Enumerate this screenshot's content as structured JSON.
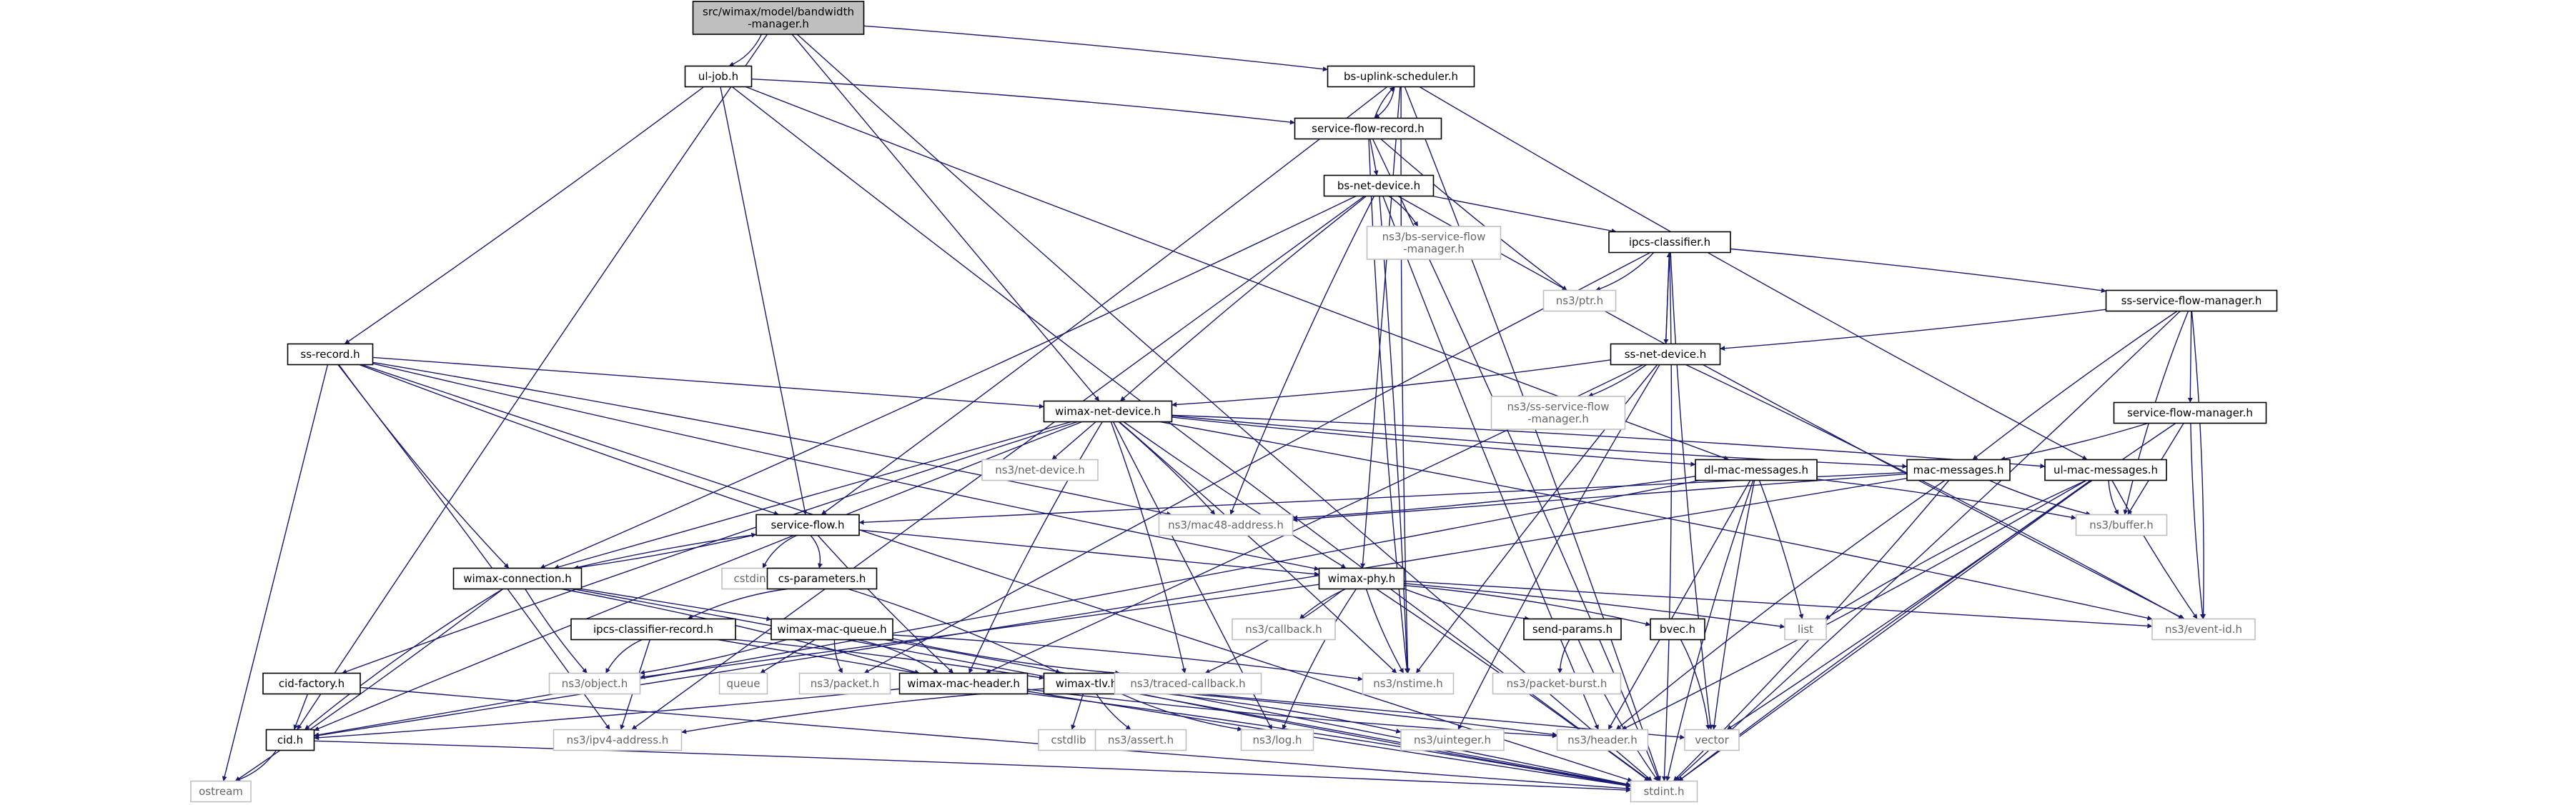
{
  "diagram": {
    "colors": {
      "edge": "#191970",
      "node_border": "#000000",
      "node_fill": "#ffffff",
      "root_fill": "#bfbfbf",
      "external_border": "#bfbfbf",
      "label": "#000000",
      "external_label": "#666666"
    },
    "nodes": [
      {
        "id": "root",
        "lines": [
          "src/wimax/model/bandwidth",
          "-manager.h"
        ],
        "kind": "root"
      },
      {
        "id": "ul_job",
        "lines": [
          "ul-job.h"
        ],
        "kind": "local"
      },
      {
        "id": "bs_uplink",
        "lines": [
          "bs-uplink-scheduler.h"
        ],
        "kind": "local"
      },
      {
        "id": "sf_record",
        "lines": [
          "service-flow-record.h"
        ],
        "kind": "local"
      },
      {
        "id": "bs_net",
        "lines": [
          "bs-net-device.h"
        ],
        "kind": "local"
      },
      {
        "id": "bs_sfm",
        "lines": [
          "ns3/bs-service-flow",
          "-manager.h"
        ],
        "kind": "external"
      },
      {
        "id": "ipcs",
        "lines": [
          "ipcs-classifier.h"
        ],
        "kind": "local"
      },
      {
        "id": "ptr",
        "lines": [
          "ns3/ptr.h"
        ],
        "kind": "external"
      },
      {
        "id": "ss_sfm",
        "lines": [
          "ss-service-flow-manager.h"
        ],
        "kind": "local"
      },
      {
        "id": "ss_record",
        "lines": [
          "ss-record.h"
        ],
        "kind": "local"
      },
      {
        "id": "ss_net",
        "lines": [
          "ss-net-device.h"
        ],
        "kind": "local"
      },
      {
        "id": "wimax_net",
        "lines": [
          "wimax-net-device.h"
        ],
        "kind": "local"
      },
      {
        "id": "ns3_ss_sfm",
        "lines": [
          "ns3/ss-service-flow",
          "-manager.h"
        ],
        "kind": "external"
      },
      {
        "id": "sfm",
        "lines": [
          "service-flow-manager.h"
        ],
        "kind": "local"
      },
      {
        "id": "ns3_netdev",
        "lines": [
          "ns3/net-device.h"
        ],
        "kind": "external"
      },
      {
        "id": "dl_mac",
        "lines": [
          "dl-mac-messages.h"
        ],
        "kind": "local"
      },
      {
        "id": "mac_msgs",
        "lines": [
          "mac-messages.h"
        ],
        "kind": "local"
      },
      {
        "id": "ul_mac",
        "lines": [
          "ul-mac-messages.h"
        ],
        "kind": "local"
      },
      {
        "id": "buffer",
        "lines": [
          "ns3/buffer.h"
        ],
        "kind": "external"
      },
      {
        "id": "service_flow",
        "lines": [
          "service-flow.h"
        ],
        "kind": "local"
      },
      {
        "id": "mac48",
        "lines": [
          "ns3/mac48-address.h"
        ],
        "kind": "external"
      },
      {
        "id": "cstdint",
        "lines": [
          "cstdint"
        ],
        "kind": "external"
      },
      {
        "id": "cs_params",
        "lines": [
          "cs-parameters.h"
        ],
        "kind": "local"
      },
      {
        "id": "wimax_conn",
        "lines": [
          "wimax-connection.h"
        ],
        "kind": "local"
      },
      {
        "id": "wimax_phy",
        "lines": [
          "wimax-phy.h"
        ],
        "kind": "local"
      },
      {
        "id": "event_id",
        "lines": [
          "ns3/event-id.h"
        ],
        "kind": "external"
      },
      {
        "id": "list",
        "lines": [
          "list"
        ],
        "kind": "external"
      },
      {
        "id": "callback",
        "lines": [
          "ns3/callback.h"
        ],
        "kind": "external"
      },
      {
        "id": "send_params",
        "lines": [
          "send-params.h"
        ],
        "kind": "local"
      },
      {
        "id": "bvec",
        "lines": [
          "bvec.h"
        ],
        "kind": "local"
      },
      {
        "id": "ipcs_record",
        "lines": [
          "ipcs-classifier-record.h"
        ],
        "kind": "local"
      },
      {
        "id": "wimax_mac_queue",
        "lines": [
          "wimax-mac-queue.h"
        ],
        "kind": "local"
      },
      {
        "id": "packet_burst",
        "lines": [
          "ns3/packet-burst.h"
        ],
        "kind": "external"
      },
      {
        "id": "cid_factory",
        "lines": [
          "cid-factory.h"
        ],
        "kind": "local"
      },
      {
        "id": "object",
        "lines": [
          "ns3/object.h"
        ],
        "kind": "external"
      },
      {
        "id": "queue",
        "lines": [
          "queue"
        ],
        "kind": "external"
      },
      {
        "id": "packet",
        "lines": [
          "ns3/packet.h"
        ],
        "kind": "external"
      },
      {
        "id": "wimax_mac_header",
        "lines": [
          "wimax-mac-header.h"
        ],
        "kind": "local"
      },
      {
        "id": "wimax_tlv",
        "lines": [
          "wimax-tlv.h"
        ],
        "kind": "local"
      },
      {
        "id": "traced_cb",
        "lines": [
          "ns3/traced-callback.h"
        ],
        "kind": "external"
      },
      {
        "id": "nstime",
        "lines": [
          "ns3/nstime.h"
        ],
        "kind": "external"
      },
      {
        "id": "cid",
        "lines": [
          "cid.h"
        ],
        "kind": "local"
      },
      {
        "id": "cstdlib",
        "lines": [
          "cstdlib"
        ],
        "kind": "external"
      },
      {
        "id": "assert",
        "lines": [
          "ns3/assert.h"
        ],
        "kind": "external"
      },
      {
        "id": "log",
        "lines": [
          "ns3/log.h"
        ],
        "kind": "external"
      },
      {
        "id": "uinteger",
        "lines": [
          "ns3/uinteger.h"
        ],
        "kind": "external"
      },
      {
        "id": "header",
        "lines": [
          "ns3/header.h"
        ],
        "kind": "external"
      },
      {
        "id": "vector",
        "lines": [
          "vector"
        ],
        "kind": "external"
      },
      {
        "id": "ipv4",
        "lines": [
          "ns3/ipv4-address.h"
        ],
        "kind": "external"
      },
      {
        "id": "ostream",
        "lines": [
          "ostream"
        ],
        "kind": "external"
      },
      {
        "id": "stdint",
        "lines": [
          "stdint.h"
        ],
        "kind": "external"
      }
    ],
    "edges": [
      [
        "root",
        "ul_job"
      ],
      [
        "root",
        "bs_uplink"
      ],
      [
        "root",
        "wimax_net"
      ],
      [
        "root",
        "cid"
      ],
      [
        "root",
        "stdint"
      ],
      [
        "ul_job",
        "sf_record"
      ],
      [
        "ul_job",
        "ss_record"
      ],
      [
        "ul_job",
        "service_flow"
      ],
      [
        "ul_job",
        "dl_mac"
      ],
      [
        "ul_job",
        "stdint"
      ],
      [
        "bs_uplink",
        "sf_record"
      ],
      [
        "bs_uplink",
        "service_flow"
      ],
      [
        "bs_uplink",
        "wimax_phy"
      ],
      [
        "bs_uplink",
        "nstime"
      ],
      [
        "bs_uplink",
        "ul_mac"
      ],
      [
        "bs_uplink",
        "stdint"
      ],
      [
        "sf_record",
        "bs_uplink"
      ],
      [
        "sf_record",
        "bs_net"
      ],
      [
        "sf_record",
        "ptr"
      ],
      [
        "sf_record",
        "nstime"
      ],
      [
        "sf_record",
        "stdint"
      ],
      [
        "bs_net",
        "bs_sfm"
      ],
      [
        "bs_net",
        "ipcs"
      ],
      [
        "bs_net",
        "wimax_net"
      ],
      [
        "bs_net",
        "mac48"
      ],
      [
        "bs_net",
        "wimax_conn"
      ],
      [
        "bs_net",
        "nstime"
      ],
      [
        "bs_net",
        "ipv4"
      ],
      [
        "bs_net",
        "header"
      ],
      [
        "bs_net",
        "event_id"
      ],
      [
        "ipcs",
        "ptr"
      ],
      [
        "ipcs",
        "ss_sfm"
      ],
      [
        "ipcs",
        "ss_net"
      ],
      [
        "ipcs",
        "packet"
      ],
      [
        "ipcs",
        "vector"
      ],
      [
        "ipcs",
        "stdint"
      ],
      [
        "ss_sfm",
        "ss_net"
      ],
      [
        "ss_sfm",
        "sfm"
      ],
      [
        "ss_sfm",
        "mac_msgs"
      ],
      [
        "ss_sfm",
        "buffer"
      ],
      [
        "ss_sfm",
        "event_id"
      ],
      [
        "ss_sfm",
        "stdint"
      ],
      [
        "ss_record",
        "wimax_net"
      ],
      [
        "ss_record",
        "service_flow"
      ],
      [
        "ss_record",
        "wimax_conn"
      ],
      [
        "ss_record",
        "mac48"
      ],
      [
        "ss_record",
        "ipv4"
      ],
      [
        "ss_record",
        "ostream"
      ],
      [
        "ss_record",
        "stdint"
      ],
      [
        "ss_record",
        "wimax_phy"
      ],
      [
        "ss_net",
        "wimax_net"
      ],
      [
        "ss_net",
        "ns3_ss_sfm"
      ],
      [
        "ss_net",
        "ipcs"
      ],
      [
        "ss_net",
        "nstime"
      ],
      [
        "ss_net",
        "uinteger"
      ],
      [
        "ss_net",
        "event_id"
      ],
      [
        "ss_net",
        "wimax_mac_header"
      ],
      [
        "wimax_net",
        "ns3_netdev"
      ],
      [
        "wimax_net",
        "dl_mac"
      ],
      [
        "wimax_net",
        "mac_msgs"
      ],
      [
        "wimax_net",
        "ul_mac"
      ],
      [
        "wimax_net",
        "mac48"
      ],
      [
        "wimax_net",
        "wimax_conn"
      ],
      [
        "wimax_net",
        "wimax_phy"
      ],
      [
        "wimax_net",
        "wimax_mac_header"
      ],
      [
        "wimax_net",
        "traced_cb"
      ],
      [
        "wimax_net",
        "nstime"
      ],
      [
        "wimax_net",
        "log"
      ],
      [
        "wimax_net",
        "cid"
      ],
      [
        "wimax_net",
        "cid_factory"
      ],
      [
        "wimax_net",
        "event_id"
      ],
      [
        "sfm",
        "mac_msgs"
      ],
      [
        "sfm",
        "buffer"
      ],
      [
        "sfm",
        "event_id"
      ],
      [
        "sfm",
        "stdint"
      ],
      [
        "dl_mac",
        "mac48"
      ],
      [
        "dl_mac",
        "list"
      ],
      [
        "dl_mac",
        "header"
      ],
      [
        "dl_mac",
        "vector"
      ],
      [
        "dl_mac",
        "stdint"
      ],
      [
        "dl_mac",
        "cid"
      ],
      [
        "dl_mac",
        "buffer"
      ],
      [
        "mac_msgs",
        "service_flow"
      ],
      [
        "mac_msgs",
        "buffer"
      ],
      [
        "mac_msgs",
        "header"
      ],
      [
        "mac_msgs",
        "stdint"
      ],
      [
        "mac_msgs",
        "cid"
      ],
      [
        "mac_msgs",
        "mac48"
      ],
      [
        "ul_mac",
        "buffer"
      ],
      [
        "ul_mac",
        "list"
      ],
      [
        "ul_mac",
        "header"
      ],
      [
        "ul_mac",
        "vector"
      ],
      [
        "ul_mac",
        "stdint"
      ],
      [
        "ul_mac",
        "event_id"
      ],
      [
        "service_flow",
        "cstdint"
      ],
      [
        "service_flow",
        "cs_params"
      ],
      [
        "service_flow",
        "wimax_conn"
      ],
      [
        "service_flow",
        "wimax_phy"
      ],
      [
        "service_flow",
        "wimax_mac_header"
      ],
      [
        "cs_params",
        "ipcs_record"
      ],
      [
        "cs_params",
        "wimax_tlv"
      ],
      [
        "wimax_conn",
        "service_flow"
      ],
      [
        "wimax_conn",
        "wimax_mac_queue"
      ],
      [
        "wimax_conn",
        "object"
      ],
      [
        "wimax_conn",
        "cid"
      ],
      [
        "wimax_conn",
        "wimax_mac_header"
      ],
      [
        "wimax_conn",
        "ostream"
      ],
      [
        "wimax_conn",
        "stdint"
      ],
      [
        "wimax_phy",
        "callback"
      ],
      [
        "wimax_phy",
        "send_params"
      ],
      [
        "wimax_phy",
        "bvec"
      ],
      [
        "wimax_phy",
        "list"
      ],
      [
        "wimax_phy",
        "event_id"
      ],
      [
        "wimax_phy",
        "nstime"
      ],
      [
        "wimax_phy",
        "log"
      ],
      [
        "wimax_phy",
        "traced_cb"
      ],
      [
        "wimax_phy",
        "stdint"
      ],
      [
        "wimax_phy",
        "object"
      ],
      [
        "send_params",
        "packet_burst"
      ],
      [
        "send_params",
        "stdint"
      ],
      [
        "bvec",
        "vector"
      ],
      [
        "ipcs_record",
        "wimax_tlv"
      ],
      [
        "ipcs_record",
        "ipv4"
      ],
      [
        "ipcs_record",
        "stdint"
      ],
      [
        "ipcs_record",
        "object"
      ],
      [
        "wimax_mac_queue",
        "wimax_mac_header"
      ],
      [
        "wimax_mac_queue",
        "object"
      ],
      [
        "wimax_mac_queue",
        "queue"
      ],
      [
        "wimax_mac_queue",
        "packet"
      ],
      [
        "wimax_mac_queue",
        "traced_cb"
      ],
      [
        "wimax_mac_queue",
        "nstime"
      ],
      [
        "wimax_mac_queue",
        "stdint"
      ],
      [
        "cid_factory",
        "cid"
      ],
      [
        "cid_factory",
        "stdint"
      ],
      [
        "wimax_mac_header",
        "header"
      ],
      [
        "wimax_mac_header",
        "stdint"
      ],
      [
        "wimax_mac_header",
        "cid"
      ],
      [
        "wimax_tlv",
        "cstdlib"
      ],
      [
        "wimax_tlv",
        "assert"
      ],
      [
        "wimax_tlv",
        "log"
      ],
      [
        "wimax_tlv",
        "uinteger"
      ],
      [
        "wimax_tlv",
        "header"
      ],
      [
        "wimax_tlv",
        "vector"
      ],
      [
        "wimax_tlv",
        "stdint"
      ],
      [
        "wimax_tlv",
        "ipv4"
      ],
      [
        "cid",
        "ostream"
      ],
      [
        "cid",
        "stdint"
      ]
    ]
  }
}
